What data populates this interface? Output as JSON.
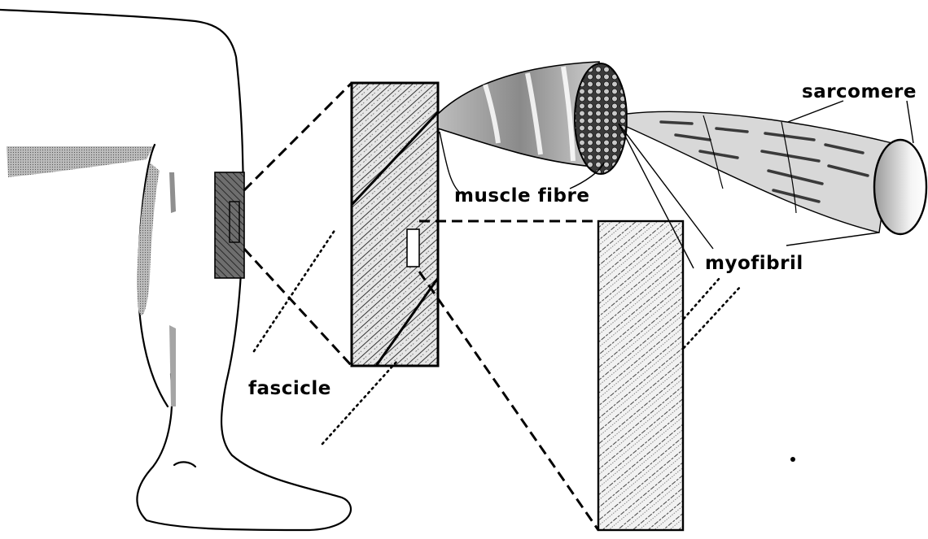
{
  "labels": {
    "fascicle": "fascicle",
    "muscle_fibre": "muscle fibre",
    "myofibril": "myofibril",
    "sarcomere": "sarcomere"
  },
  "colors": {
    "ink": "#000000",
    "shade": "#9a9a9a",
    "hatch_fill": "#e2e2e2",
    "dark_fill": "#6a6a6a"
  }
}
